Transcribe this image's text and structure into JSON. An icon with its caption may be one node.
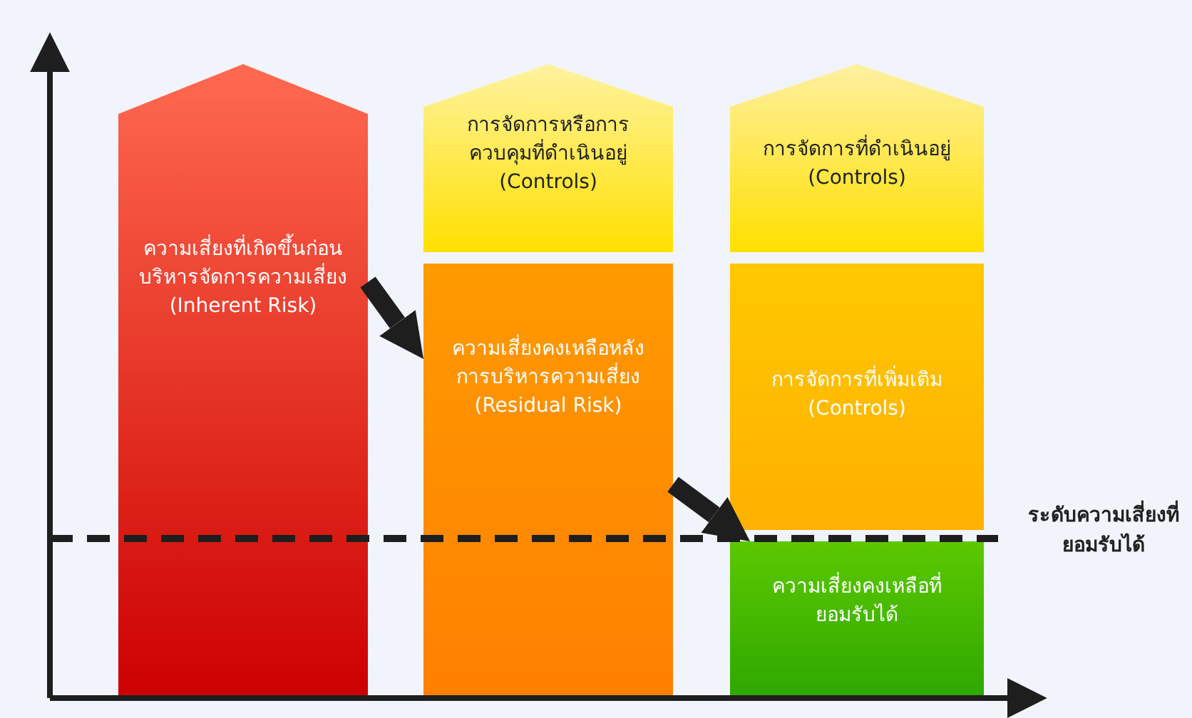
{
  "diagram": {
    "nodes": [
      {
        "text": [
          "ความเสี่ยงที่เกิดขึ้นก่อนบริหารจัดการความเสี่ยง (Inherent Risk)"
        ]
      },
      {
        "text": [
          "การจัดการหรือการควบคุมที่ดำเนินอยู่ (Controls)"
        ]
      },
      {
        "text": [
          "ความเสี่ยงคงเหลือหลังการบริหารความเสี่ยง (Residual Risk)"
        ]
      },
      {
        "text": [
          "การจัดการที่ดำเนินอยู่ (Controls)"
        ]
      },
      {
        "text": [
          "การจัดการที่เพิ่มเติม (Controls)"
        ]
      },
      {
        "text": [
          "ความเสี่ยงคงเหลือที่ยอมรับได้"
        ]
      }
    ],
    "edges": [
      {
        "from": 0,
        "to": 2,
        "arrow": "to"
      },
      {
        "from": 2,
        "to": 5,
        "arrow": "to"
      }
    ],
    "labels": [
      "ระดับความเสี่ยงที่ยอมรับได้"
    ]
  }
}
